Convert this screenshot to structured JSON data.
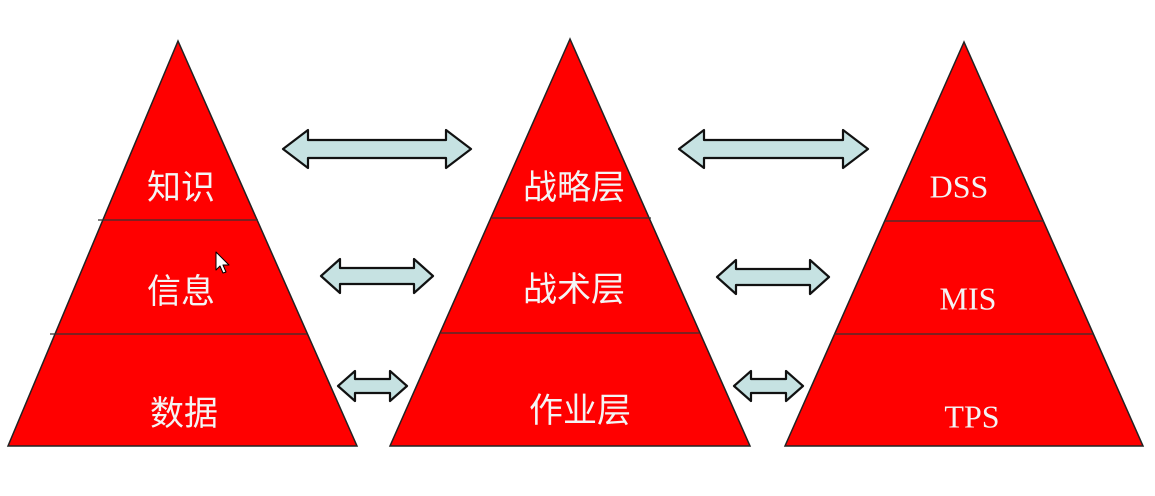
{
  "diagram": {
    "colors": {
      "pyramid_fill": "#ff0000",
      "pyramid_stroke": "#222222",
      "label_text": "#f4f4f4",
      "arrow_fill": "#c6e2e2",
      "arrow_stroke": "#111111"
    },
    "pyramids": [
      {
        "layers": [
          "知识",
          "信息",
          "数据"
        ]
      },
      {
        "layers": [
          "战略层",
          "战术层",
          "作业层"
        ]
      },
      {
        "layers": [
          "DSS",
          "MIS",
          "TPS"
        ]
      }
    ],
    "connectors": {
      "type": "double-headed-arrow",
      "levels": 3
    },
    "cursor": "mouse-pointer-icon"
  }
}
